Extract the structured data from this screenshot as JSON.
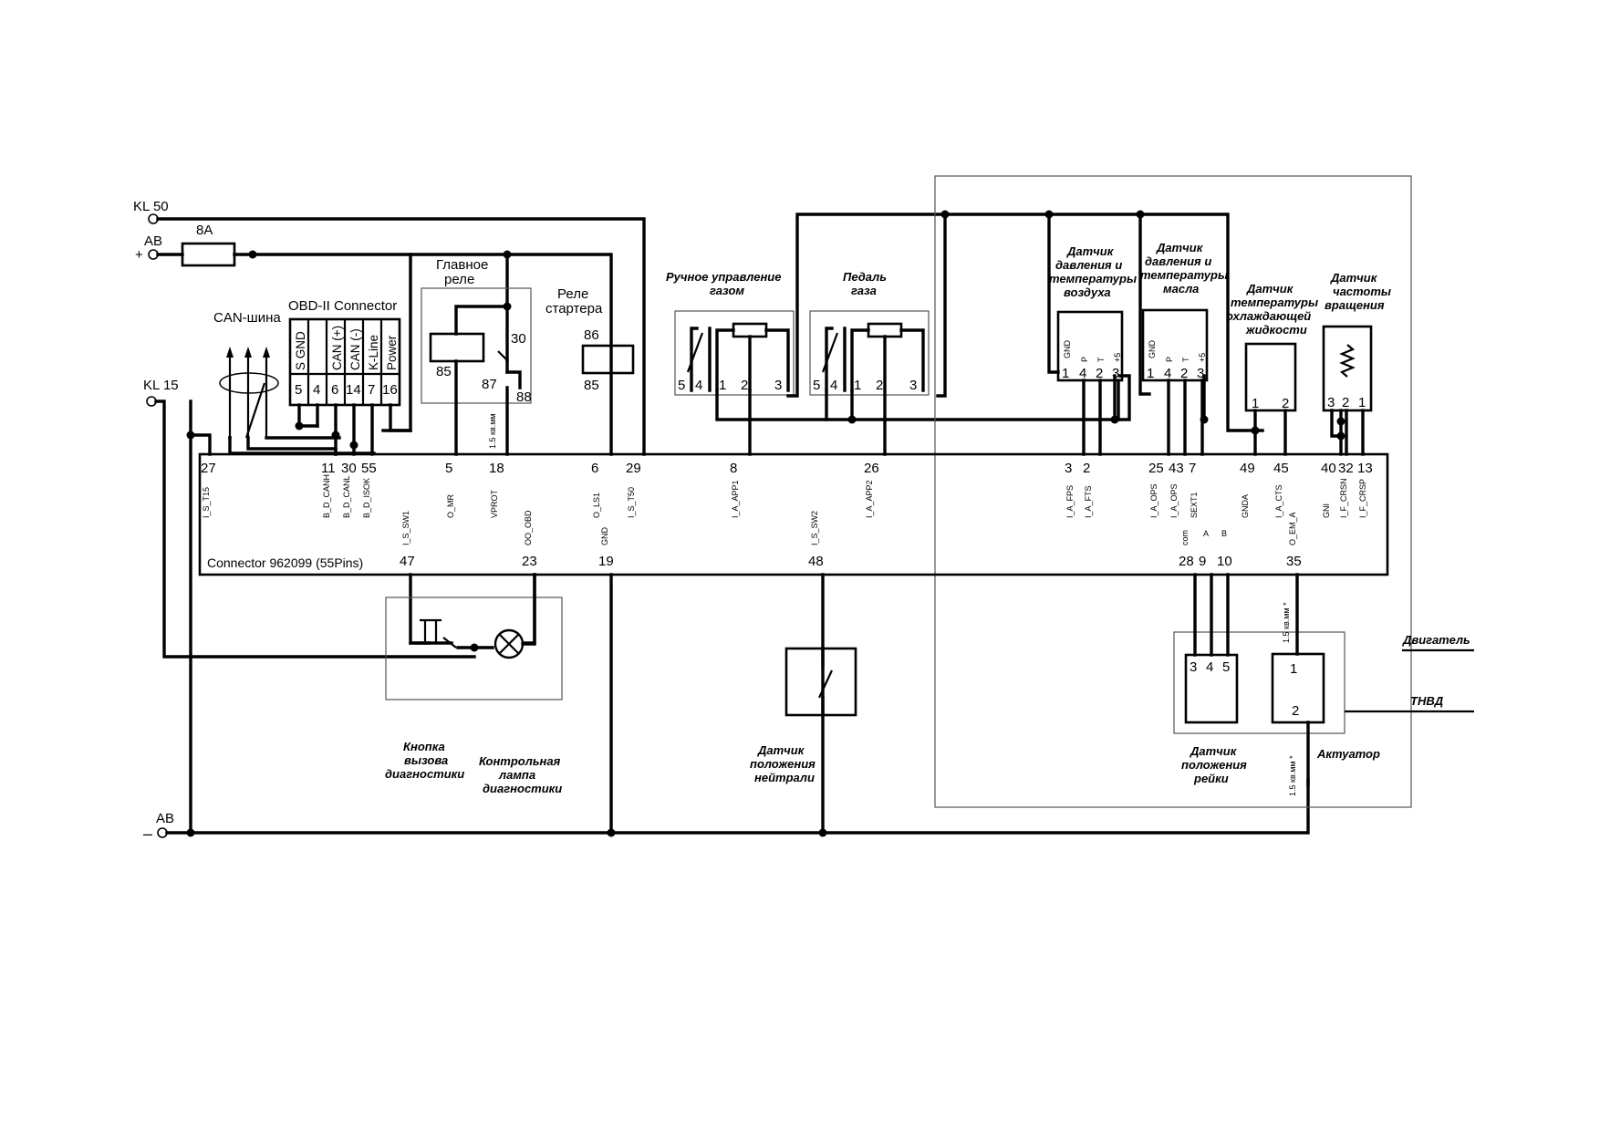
{
  "supply": {
    "kl50": "KL 50",
    "ab_plus": "AB",
    "plus_sign": "+",
    "kl15": "KL 15",
    "ab_minus": "AB",
    "minus_sign": "–",
    "fuse": "8A"
  },
  "can_bus": "CAN-шина",
  "obd": {
    "title": "OBD-II Connector",
    "pins": [
      {
        "name": "S GND",
        "num": "5"
      },
      {
        "name": "",
        "num": "4"
      },
      {
        "name": "CAN (+)",
        "num": "6"
      },
      {
        "name": "CAN (-)",
        "num": "14"
      },
      {
        "name": "K-Line",
        "num": "7"
      },
      {
        "name": "Power",
        "num": "16"
      }
    ]
  },
  "main_relay": {
    "label1": "Главное",
    "label2": "реле",
    "t30": "30",
    "t85": "85",
    "t87": "87",
    "t88": "88"
  },
  "starter_relay": {
    "label1": "Реле",
    "label2": "стартера",
    "t86": "86",
    "t85": "85"
  },
  "wire_note_18": "1.5 кв.мм",
  "manual_throttle": {
    "line1": "Ручное управление",
    "line2": "газом",
    "pins": [
      "5",
      "4",
      "1",
      "2",
      "3"
    ]
  },
  "gas_pedal": {
    "line1": "Педаль",
    "line2": "газа",
    "pins": [
      "5",
      "4",
      "1",
      "2",
      "3"
    ]
  },
  "air_sensor": {
    "line1": "Датчик",
    "line2": "давления и",
    "line3": "температуры",
    "line4": "воздуха",
    "pin_labels": [
      "GND",
      "P",
      "T",
      "+5"
    ],
    "pins": [
      "1",
      "4",
      "2",
      "3"
    ]
  },
  "oil_sensor": {
    "line1": "Датчик",
    "line2": "давления и",
    "line3": "температуры",
    "line4": "масла",
    "pin_labels": [
      "GND",
      "P",
      "T",
      "+5"
    ],
    "pins": [
      "1",
      "4",
      "2",
      "3"
    ]
  },
  "coolant_sensor": {
    "line1": "Датчик",
    "line2": "температуры",
    "line3": "охлаждающей",
    "line4": "жидкости",
    "pins": [
      "1",
      "2"
    ]
  },
  "speed_sensor": {
    "line1": "Датчик",
    "line2": "частоты",
    "line3": "вращения",
    "pins": [
      "3",
      "2",
      "1"
    ]
  },
  "connector": {
    "title": "Connector 962099 (55Pins)",
    "top_pins": [
      {
        "num": "27",
        "sig": "I_S_T15"
      },
      {
        "num": "11",
        "sig": "B_D_CANH"
      },
      {
        "num": "30",
        "sig": "B_D_CANL"
      },
      {
        "num": "55",
        "sig": "B_D_ISOK"
      },
      {
        "num": "5",
        "sig": "O_MR"
      },
      {
        "num": "18",
        "sig": "VPROT"
      },
      {
        "num": "6",
        "sig": "O_LS1"
      },
      {
        "num": "29",
        "sig": "I_S_T50"
      },
      {
        "num": "8",
        "sig": "I_A_APP1"
      },
      {
        "num": "26",
        "sig": "I_A_APP2"
      },
      {
        "num": "3",
        "sig": "I_A_FPS"
      },
      {
        "num": "2",
        "sig": "I_A_FTS"
      },
      {
        "num": "25",
        "sig": "I_A_OPS"
      },
      {
        "num": "43",
        "sig": "I_A_OPS"
      },
      {
        "num": "7",
        "sig": "SEXT1"
      },
      {
        "num": "49",
        "sig": "GNDA"
      },
      {
        "num": "45",
        "sig": "I_A_CTS"
      },
      {
        "num": "40",
        "sig": "GNI"
      },
      {
        "num": "32",
        "sig": "I_F_CRSN"
      },
      {
        "num": "13",
        "sig": "I_F_CRSP"
      }
    ],
    "bottom_pins": [
      {
        "num": "47",
        "sig": "I_S_SW1"
      },
      {
        "num": "23",
        "sig": "OO_OBD"
      },
      {
        "num": "19",
        "sig": "GND"
      },
      {
        "num": "48",
        "sig": "I_S_SW2"
      },
      {
        "num": "28",
        "sig": "com"
      },
      {
        "num": "9",
        "sig": "A"
      },
      {
        "num": "10",
        "sig": "B"
      },
      {
        "num": "35",
        "sig": "O_EM_A"
      }
    ]
  },
  "diag_button": {
    "line1": "Кнопка",
    "line2": "вызова",
    "line3": "диагностики"
  },
  "diag_lamp": {
    "line1": "Контрольная",
    "line2": "лампа",
    "line3": "диагностики"
  },
  "neutral_sensor": {
    "line1": "Датчик",
    "line2": "положения",
    "line3": "нейтрали"
  },
  "rack_sensor": {
    "line1": "Датчик",
    "line2": "положения",
    "line3": "рейки",
    "pins": [
      "3",
      "4",
      "5"
    ]
  },
  "actuator": {
    "label": "Актуатор",
    "pins": [
      "1",
      "2"
    ],
    "wire_note": "1.5 кв.мм *"
  },
  "engine_label": "Двигатель",
  "pump_label": "ТНВД"
}
